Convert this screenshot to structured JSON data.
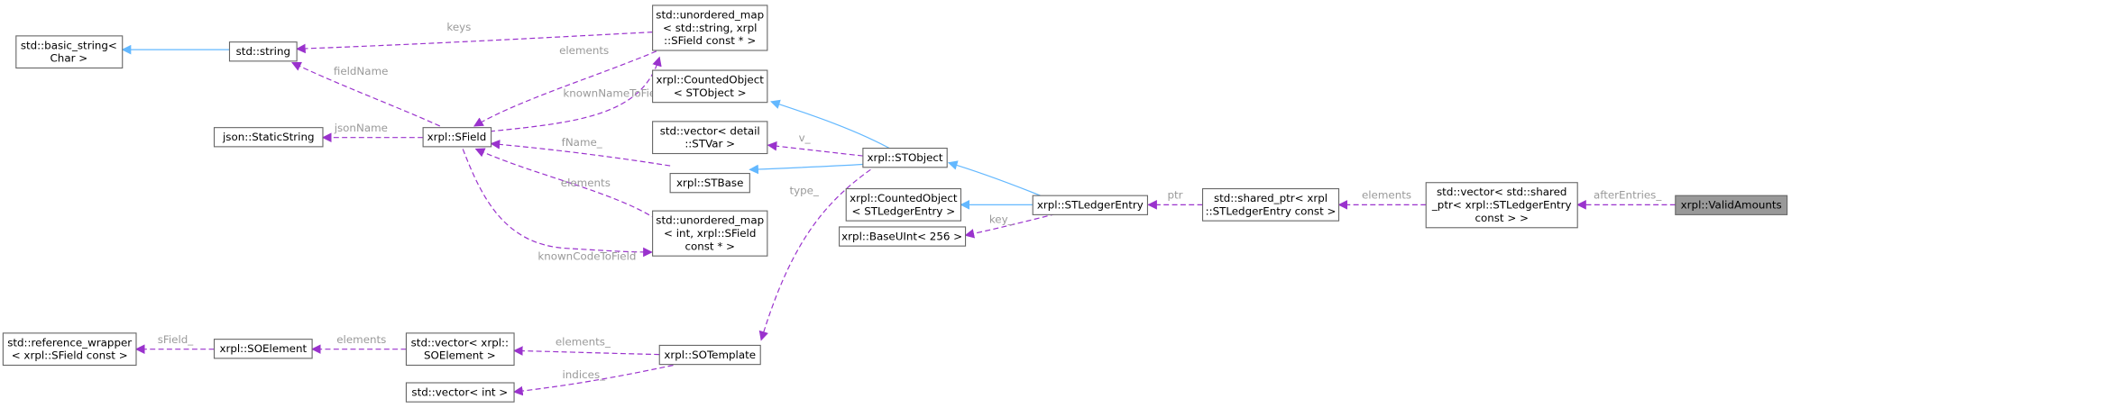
{
  "colors": {
    "inherit_edge": "#63b8ff",
    "usage_edge": "#9a32cd",
    "highlight_fill": "#999999",
    "node_border": "#666666",
    "edge_label": "#9a9a9a"
  },
  "nodes": {
    "basic_string": [
      "std::basic_string<",
      "Char >"
    ],
    "std_string": [
      "std::string"
    ],
    "unordered_map_string": [
      "std::unordered_map",
      "< std::string, xrpl",
      "::SField const * >"
    ],
    "json_static": [
      "json::StaticString"
    ],
    "sfield": [
      "xrpl::SField"
    ],
    "counted_stobject": [
      "xrpl::CountedObject",
      "< STObject >"
    ],
    "vector_stvar": [
      "std::vector< detail",
      "::STVar >"
    ],
    "stbase": [
      "xrpl::STBase"
    ],
    "stobject": [
      "xrpl::STObject"
    ],
    "unordered_map_int": [
      "std::unordered_map",
      "< int, xrpl::SField",
      "const * >"
    ],
    "counted_stledger": [
      "xrpl::CountedObject",
      "< STLedgerEntry >"
    ],
    "stledgerentry": [
      "xrpl::STLedgerEntry"
    ],
    "shared_ptr": [
      "std::shared_ptr< xrpl",
      "::STLedgerEntry const >"
    ],
    "vector_shared": [
      "std::vector< std::shared",
      "_ptr< xrpl::STLedgerEntry",
      "const > >"
    ],
    "valid_amounts": [
      "xrpl::ValidAmounts"
    ],
    "base_uint": [
      "xrpl::BaseUInt< 256 >"
    ],
    "ref_wrapper": [
      "std::reference_wrapper",
      "< xrpl::SField const >"
    ],
    "soelement": [
      "xrpl::SOElement"
    ],
    "vector_soelement": [
      "std::vector< xrpl::",
      "SOElement >"
    ],
    "sotemplate": [
      "xrpl::SOTemplate"
    ],
    "vector_int": [
      "std::vector< int >"
    ]
  },
  "edge_labels": {
    "keys": "keys",
    "elements_map1": "elements",
    "fieldName": "fieldName",
    "knownNameToField": "knownNameToField",
    "jsonName": "jsonName",
    "fName": "fName_",
    "elements_map2": "elements",
    "knownCodeToField": "knownCodeToField",
    "v": "v_",
    "type": "type_",
    "key": "key_",
    "ptr": "ptr",
    "elements_vec": "elements",
    "afterEntries": "afterEntries_",
    "sField": "sField_",
    "elements_soe": "elements",
    "elements_tpl": "elements_",
    "indices": "indices_"
  }
}
